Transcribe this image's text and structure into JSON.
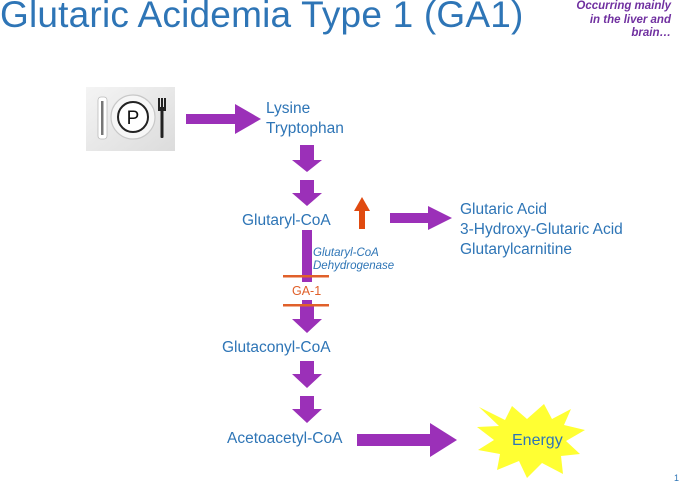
{
  "title": "Glutaric Acidemia Type 1 (GA1)",
  "note": [
    "Occurring mainly",
    "in the liver and",
    "brain…"
  ],
  "plate_letter": "P",
  "nodes": {
    "lysine": "Lysine",
    "tryptophan": "Tryptophan",
    "glutaryl_coa": "Glutaryl-CoA",
    "glutaric_acid": "Glutaric Acid",
    "hydroxy_glutaric_acid": "3-Hydroxy-Glutaric Acid",
    "glutarylcarnitine": "Glutarylcarnitine",
    "glutaconyl_coa": "Glutaconyl-CoA",
    "acetoacetyl_coa": "Acetoacetyl-CoA",
    "energy": "Energy"
  },
  "enzyme": [
    "Glutaryl-CoA",
    "Dehydrogenase"
  ],
  "block_label": "GA-1",
  "page_number": "1",
  "colors": {
    "title": "#2e75b6",
    "note": "#7030a0",
    "arrow": "#9b30b8",
    "increase_arrow": "#e04a10",
    "block": "#e0602a",
    "energy_fill": "#ffff33"
  }
}
